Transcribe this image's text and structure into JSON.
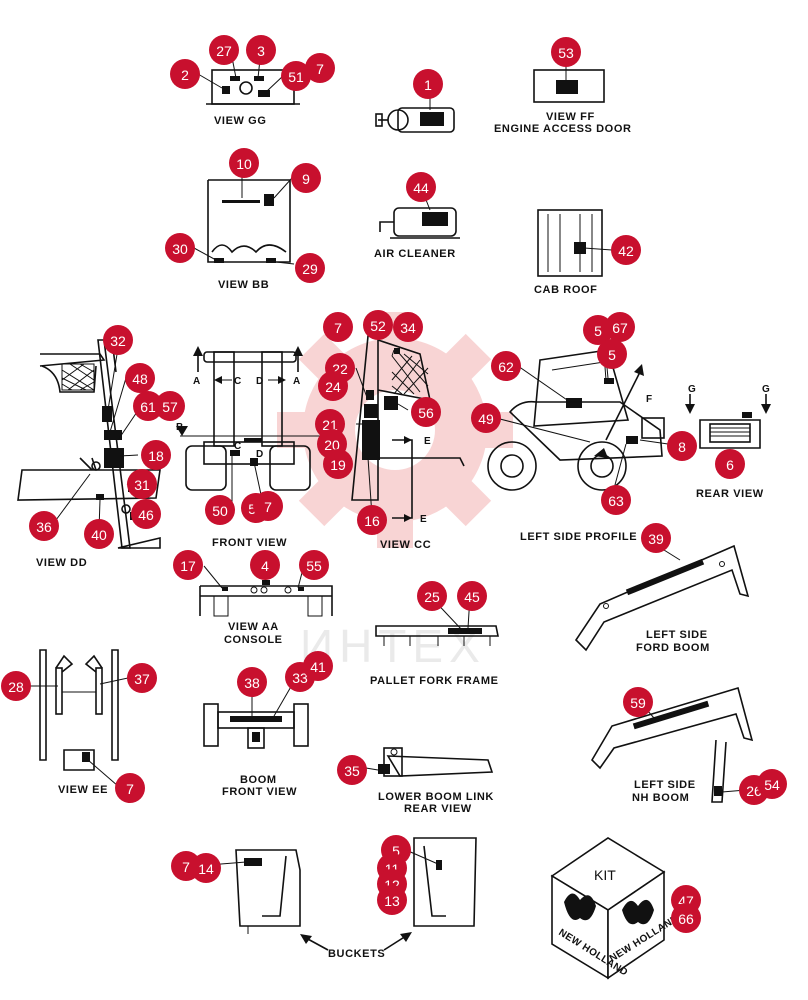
{
  "callout_color": "#c8102e",
  "watermark": {
    "text": "ИНТЕХ",
    "gear_color": "#f3b1b1"
  },
  "labels": {
    "view_gg": "VIEW GG",
    "view_ff": "VIEW FF",
    "engine_access_door": "ENGINE ACCESS DOOR",
    "view_bb": "VIEW BB",
    "air_cleaner": "AIR CLEANER",
    "cab_roof": "CAB ROOF",
    "view_dd": "VIEW DD",
    "front_view": "FRONT VIEW",
    "view_cc": "VIEW CC",
    "left_side_profile": "LEFT SIDE PROFILE",
    "rear_view": "REAR VIEW",
    "view_aa": "VIEW AA",
    "console": "CONSOLE",
    "left_side": "LEFT SIDE",
    "ford_boom": "FORD BOOM",
    "pallet_fork_frame": "PALLET FORK FRAME",
    "view_ee": "VIEW EE",
    "boom": "BOOM",
    "front_view_2": "FRONT VIEW",
    "lower_boom_link": "LOWER BOOM LINK",
    "rear_view_2": "REAR VIEW",
    "left_side_2": "LEFT SIDE",
    "nh_boom": "NH BOOM",
    "buckets": "BUCKETS",
    "kit": "KIT",
    "new_holland": "NEW HOLLAND",
    "letter_a": "A",
    "letter_b": "B",
    "letter_c": "C",
    "letter_d": "D",
    "letter_e": "E",
    "letter_f": "F",
    "letter_g": "G"
  },
  "callouts": [
    {
      "num": "27"
    },
    {
      "num": "3"
    },
    {
      "num": "2"
    },
    {
      "num": "51"
    },
    {
      "num": "7"
    },
    {
      "num": "1"
    },
    {
      "num": "53"
    },
    {
      "num": "10"
    },
    {
      "num": "9"
    },
    {
      "num": "44"
    },
    {
      "num": "30"
    },
    {
      "num": "29"
    },
    {
      "num": "42"
    },
    {
      "num": "32"
    },
    {
      "num": "48"
    },
    {
      "num": "61"
    },
    {
      "num": "57"
    },
    {
      "num": "18"
    },
    {
      "num": "31"
    },
    {
      "num": "46"
    },
    {
      "num": "36"
    },
    {
      "num": "40"
    },
    {
      "num": "7"
    },
    {
      "num": "52"
    },
    {
      "num": "34"
    },
    {
      "num": "22"
    },
    {
      "num": "24"
    },
    {
      "num": "21"
    },
    {
      "num": "20"
    },
    {
      "num": "19"
    },
    {
      "num": "56"
    },
    {
      "num": "16"
    },
    {
      "num": "50"
    },
    {
      "num": "58"
    },
    {
      "num": "7"
    },
    {
      "num": "5"
    },
    {
      "num": "67"
    },
    {
      "num": "5"
    },
    {
      "num": "62"
    },
    {
      "num": "49"
    },
    {
      "num": "8"
    },
    {
      "num": "63"
    },
    {
      "num": "6"
    },
    {
      "num": "39"
    },
    {
      "num": "17"
    },
    {
      "num": "4"
    },
    {
      "num": "55"
    },
    {
      "num": "25"
    },
    {
      "num": "45"
    },
    {
      "num": "28"
    },
    {
      "num": "37"
    },
    {
      "num": "38"
    },
    {
      "num": "33"
    },
    {
      "num": "41"
    },
    {
      "num": "7"
    },
    {
      "num": "35"
    },
    {
      "num": "59"
    },
    {
      "num": "26"
    },
    {
      "num": "54"
    },
    {
      "num": "7"
    },
    {
      "num": "14"
    },
    {
      "num": "5"
    },
    {
      "num": "11"
    },
    {
      "num": "12"
    },
    {
      "num": "13"
    },
    {
      "num": "47"
    },
    {
      "num": "66"
    },
    {
      "num": "67"
    }
  ]
}
